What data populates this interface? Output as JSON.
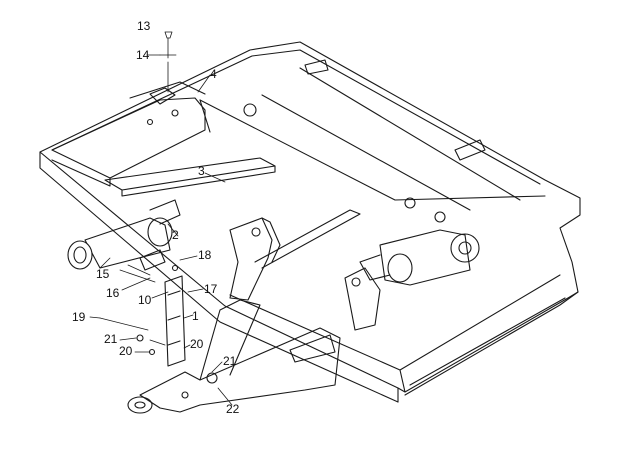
{
  "colors": {
    "line": "#1a1a1a",
    "text": "#111111",
    "background": "#ffffff"
  },
  "callouts": {
    "c13": "13",
    "c14": "14",
    "c4": "4",
    "c3": "3",
    "c2": "2",
    "c18": "18",
    "c15": "15",
    "c16": "16",
    "c10": "10",
    "c17": "17",
    "c1": "1",
    "c19": "19",
    "c21a": "21",
    "c20a": "20",
    "c20b": "20",
    "c21b": "21",
    "c22": "22"
  }
}
